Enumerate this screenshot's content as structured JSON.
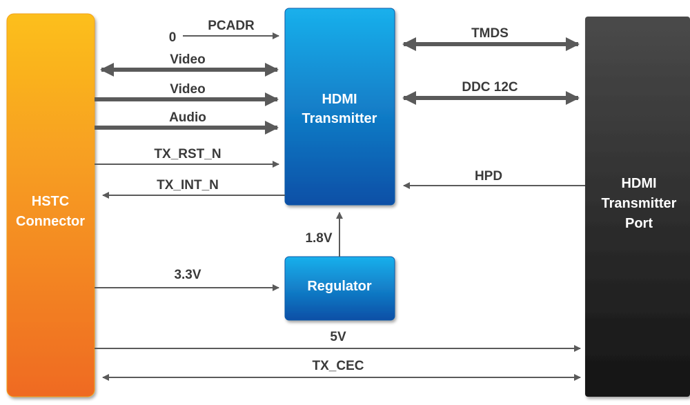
{
  "blocks": {
    "hstc": {
      "line1": "HSTC",
      "line2": "Connector"
    },
    "transmitter": {
      "line1": "HDMI",
      "line2": "Transmitter"
    },
    "regulator": {
      "label": "Regulator"
    },
    "port": {
      "line1": "HDMI",
      "line2": "Transmitter",
      "line3": "Port"
    }
  },
  "signals": {
    "zero": "0",
    "pcadr": "PCADR",
    "video_bidir": "Video",
    "video_in": "Video",
    "audio": "Audio",
    "tx_rst_n": "TX_RST_N",
    "tx_int_n": "TX_INT_N",
    "v33": "3.3V",
    "v18": "1.8V",
    "v5": "5V",
    "tx_cec": "TX_CEC",
    "tmds": "TMDS",
    "ddc": "DDC 12C",
    "hpd": "HPD"
  },
  "colors": {
    "hstc_top": "#fcbf1e",
    "hstc_bottom": "#ef6a24",
    "blue_top": "#1ab0ec",
    "blue_bottom": "#0a4fa6",
    "port_top": "#4a4a4a",
    "port_bottom": "#141414",
    "line": "#5a5a5a"
  }
}
